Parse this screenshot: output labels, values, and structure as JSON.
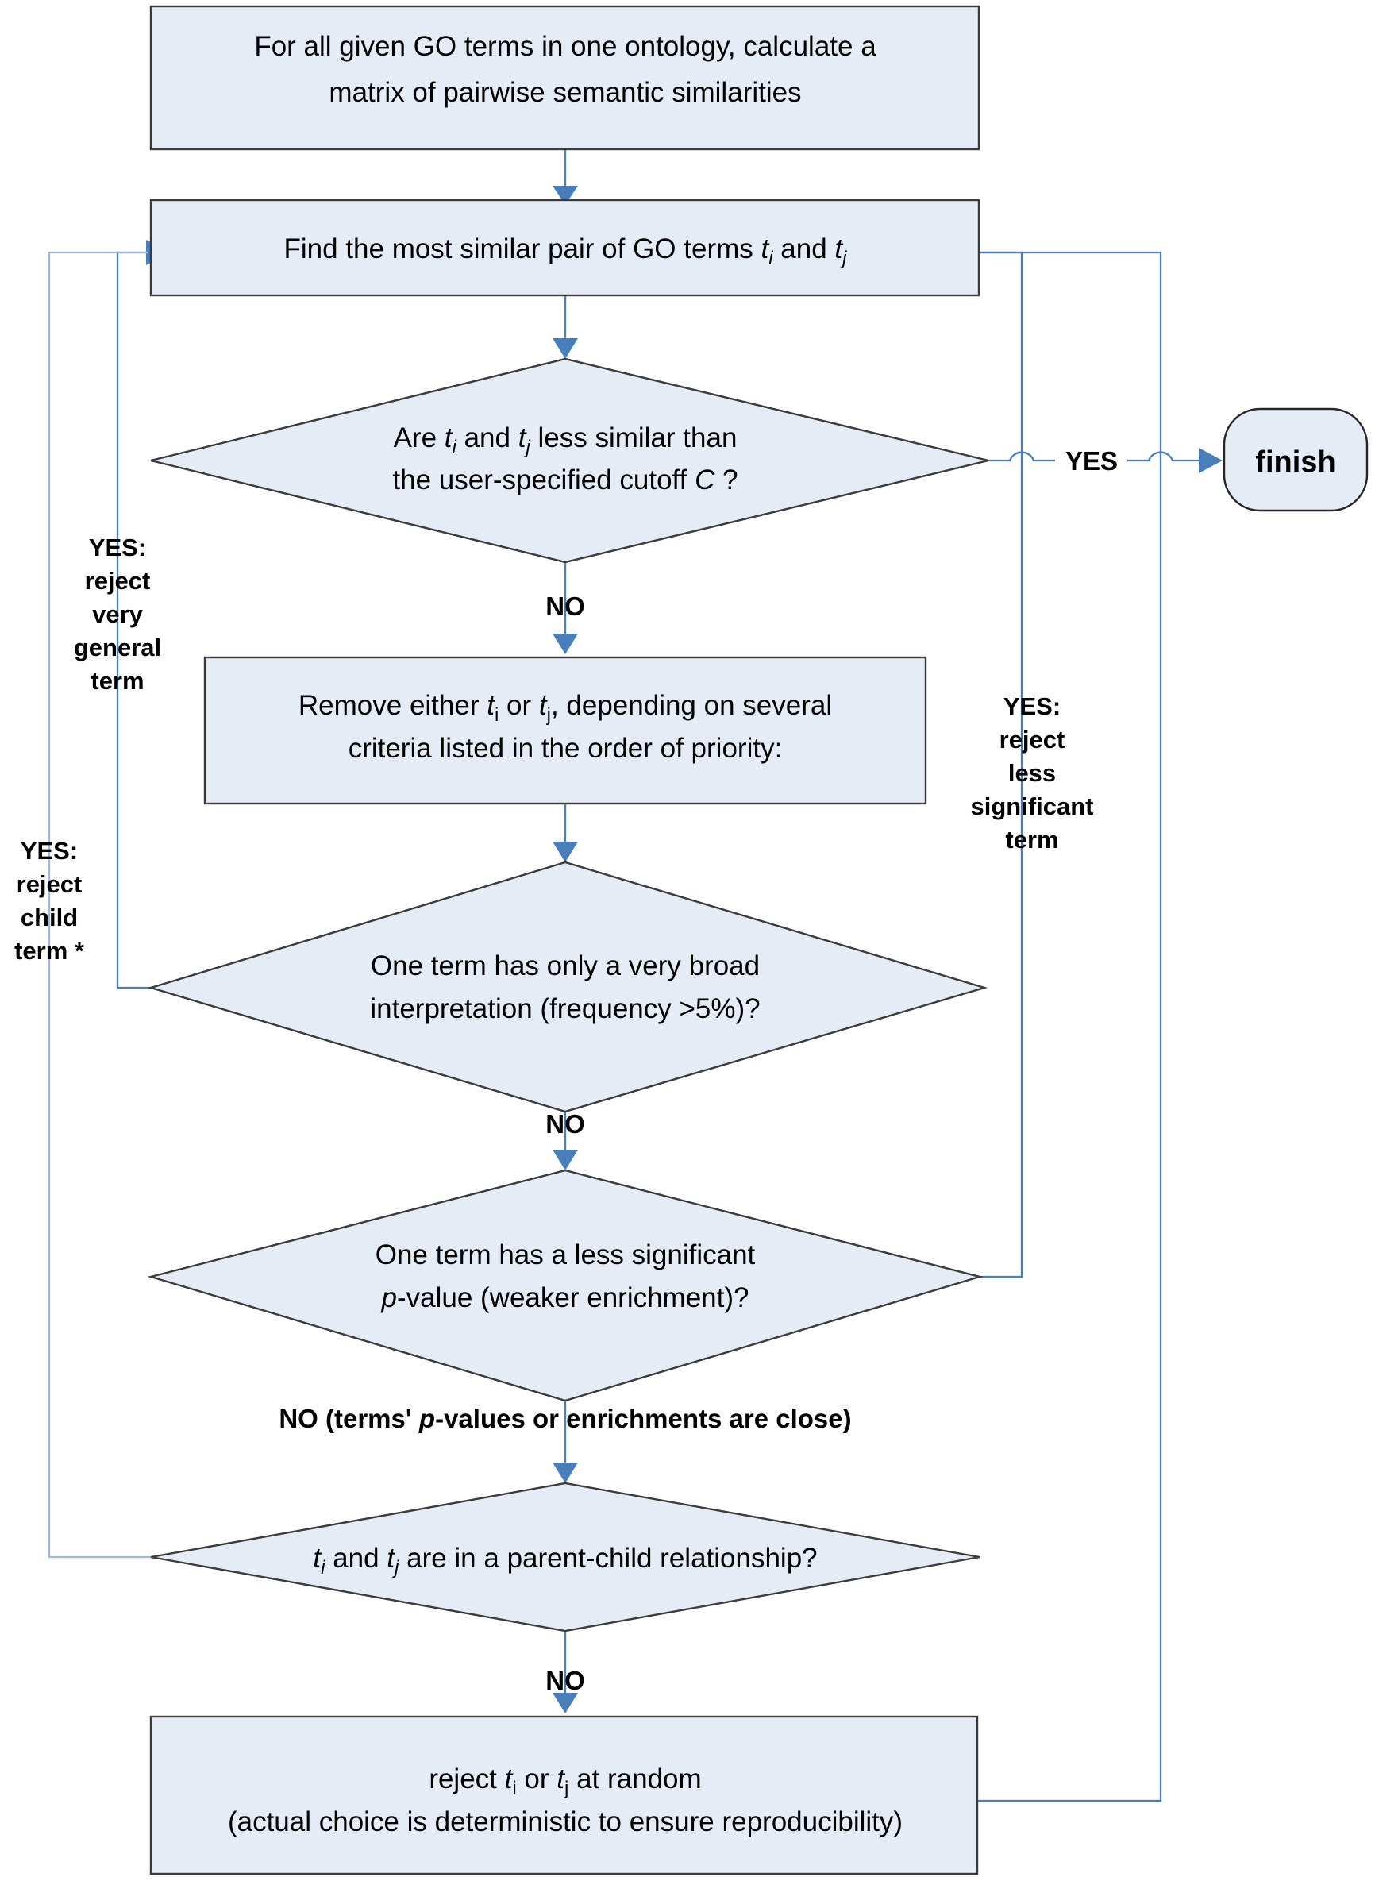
{
  "diagram": {
    "title": "GO term semantic similarity reduction flowchart",
    "colors": {
      "node_fill": "#e6ecf6",
      "node_stroke": "#3b3b3b",
      "connector": "#4a7ebb",
      "connector_light": "#9db9dd",
      "text": "#000000"
    },
    "nodes": [
      {
        "id": "start",
        "shape": "process",
        "lines": [
          "For all given GO terms in one ontology, calculate a",
          "matrix of pairwise semantic similarities"
        ]
      },
      {
        "id": "find-pair",
        "shape": "process",
        "lines": [
          "Find the most similar pair of GO terms ti and tj"
        ],
        "line1_parts": [
          "Find the most similar pair of GO terms ",
          "t",
          "i",
          " and ",
          "t",
          "j"
        ]
      },
      {
        "id": "cutoff-decision",
        "shape": "decision",
        "lines": [
          "Are ti and tj less similar than",
          "the user-specified cutoff C ?"
        ],
        "line1_parts": [
          "Are ",
          "t",
          "i",
          " and ",
          "t",
          "j",
          " less similar than"
        ],
        "line2_parts": [
          "the user-specified cutoff ",
          "C",
          " ?"
        ]
      },
      {
        "id": "remove-either",
        "shape": "process",
        "lines": [
          "Remove either ti or tj, depending on several",
          "criteria listed in the order of priority:"
        ],
        "line1_parts": [
          "Remove either ",
          "t",
          "i",
          " or ",
          "t",
          "j",
          ", depending on several"
        ]
      },
      {
        "id": "broad-decision",
        "shape": "decision",
        "lines": [
          "One term has only a very broad",
          "interpretation (frequency >5%)?"
        ]
      },
      {
        "id": "pvalue-decision",
        "shape": "decision",
        "lines": [
          "One term has a less significant",
          "p-value (weaker enrichment)?"
        ],
        "line2_parts": [
          "p",
          "-value (weaker enrichment)?"
        ]
      },
      {
        "id": "parent-child-decision",
        "shape": "decision",
        "lines": [
          "ti and tj are in a parent-child relationship?"
        ],
        "line1_parts": [
          "t",
          "i",
          " and ",
          "t",
          "j",
          " are in a parent-child relationship?"
        ]
      },
      {
        "id": "reject-random",
        "shape": "process",
        "lines": [
          "reject ti or tj at random",
          "(actual choice is deterministic to ensure reproducibility)"
        ],
        "line1_parts": [
          "reject ",
          "t",
          "i",
          " or ",
          "t",
          "j",
          " at random"
        ]
      },
      {
        "id": "finish",
        "shape": "terminator",
        "lines": [
          "finish"
        ]
      }
    ],
    "edge_labels": {
      "yes_finish": "YES",
      "no_after_cutoff": "NO",
      "no_after_broad": "NO",
      "no_after_pvalue": "NO (terms' p-values or enrichments are close)",
      "no_after_pvalue_parts": [
        "NO (terms' ",
        "p",
        "-values or enrichments are close)"
      ],
      "no_after_parentchild": "NO",
      "yes_reject_general": [
        "YES:",
        "reject",
        "very",
        "general",
        "term"
      ],
      "yes_reject_child": [
        "YES:",
        "reject",
        "child",
        "term *"
      ],
      "yes_reject_less_significant": [
        "YES:",
        "reject",
        "less",
        "significant",
        "term"
      ]
    }
  }
}
